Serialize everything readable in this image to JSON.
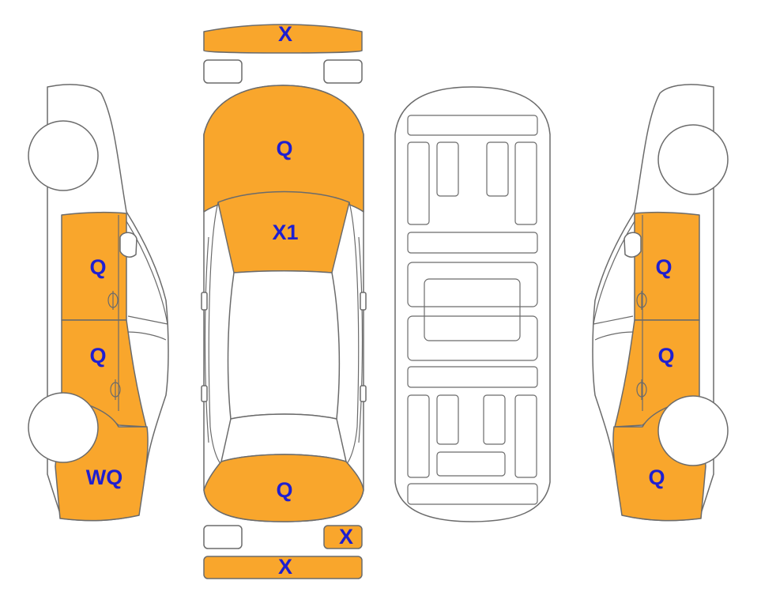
{
  "colors": {
    "damage_fill": "#F9A62C",
    "label_text": "#1F1FD0",
    "outline": "#6B6B6B",
    "background": "#FFFFFF"
  },
  "labels": {
    "front_bumper": "X",
    "hood": "Q",
    "windshield": "X1",
    "trunk": "Q",
    "rear_bumper": "X",
    "rear_right_corner": "X",
    "left_front_door": "Q",
    "left_rear_door": "Q",
    "left_rear_quarter": "WQ",
    "right_front_door": "Q",
    "right_rear_door": "Q",
    "right_rear_quarter": "Q"
  }
}
